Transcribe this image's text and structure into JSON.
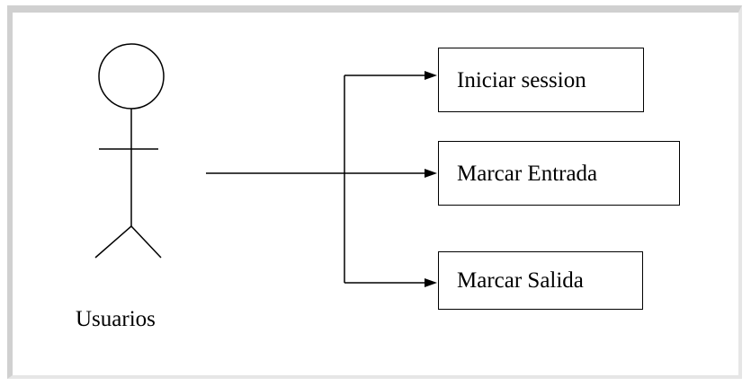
{
  "actor": {
    "label": "Usuarios"
  },
  "use_cases": [
    {
      "label": "Iniciar session"
    },
    {
      "label": "Marcar Entrada"
    },
    {
      "label": "Marcar Salida"
    }
  ]
}
